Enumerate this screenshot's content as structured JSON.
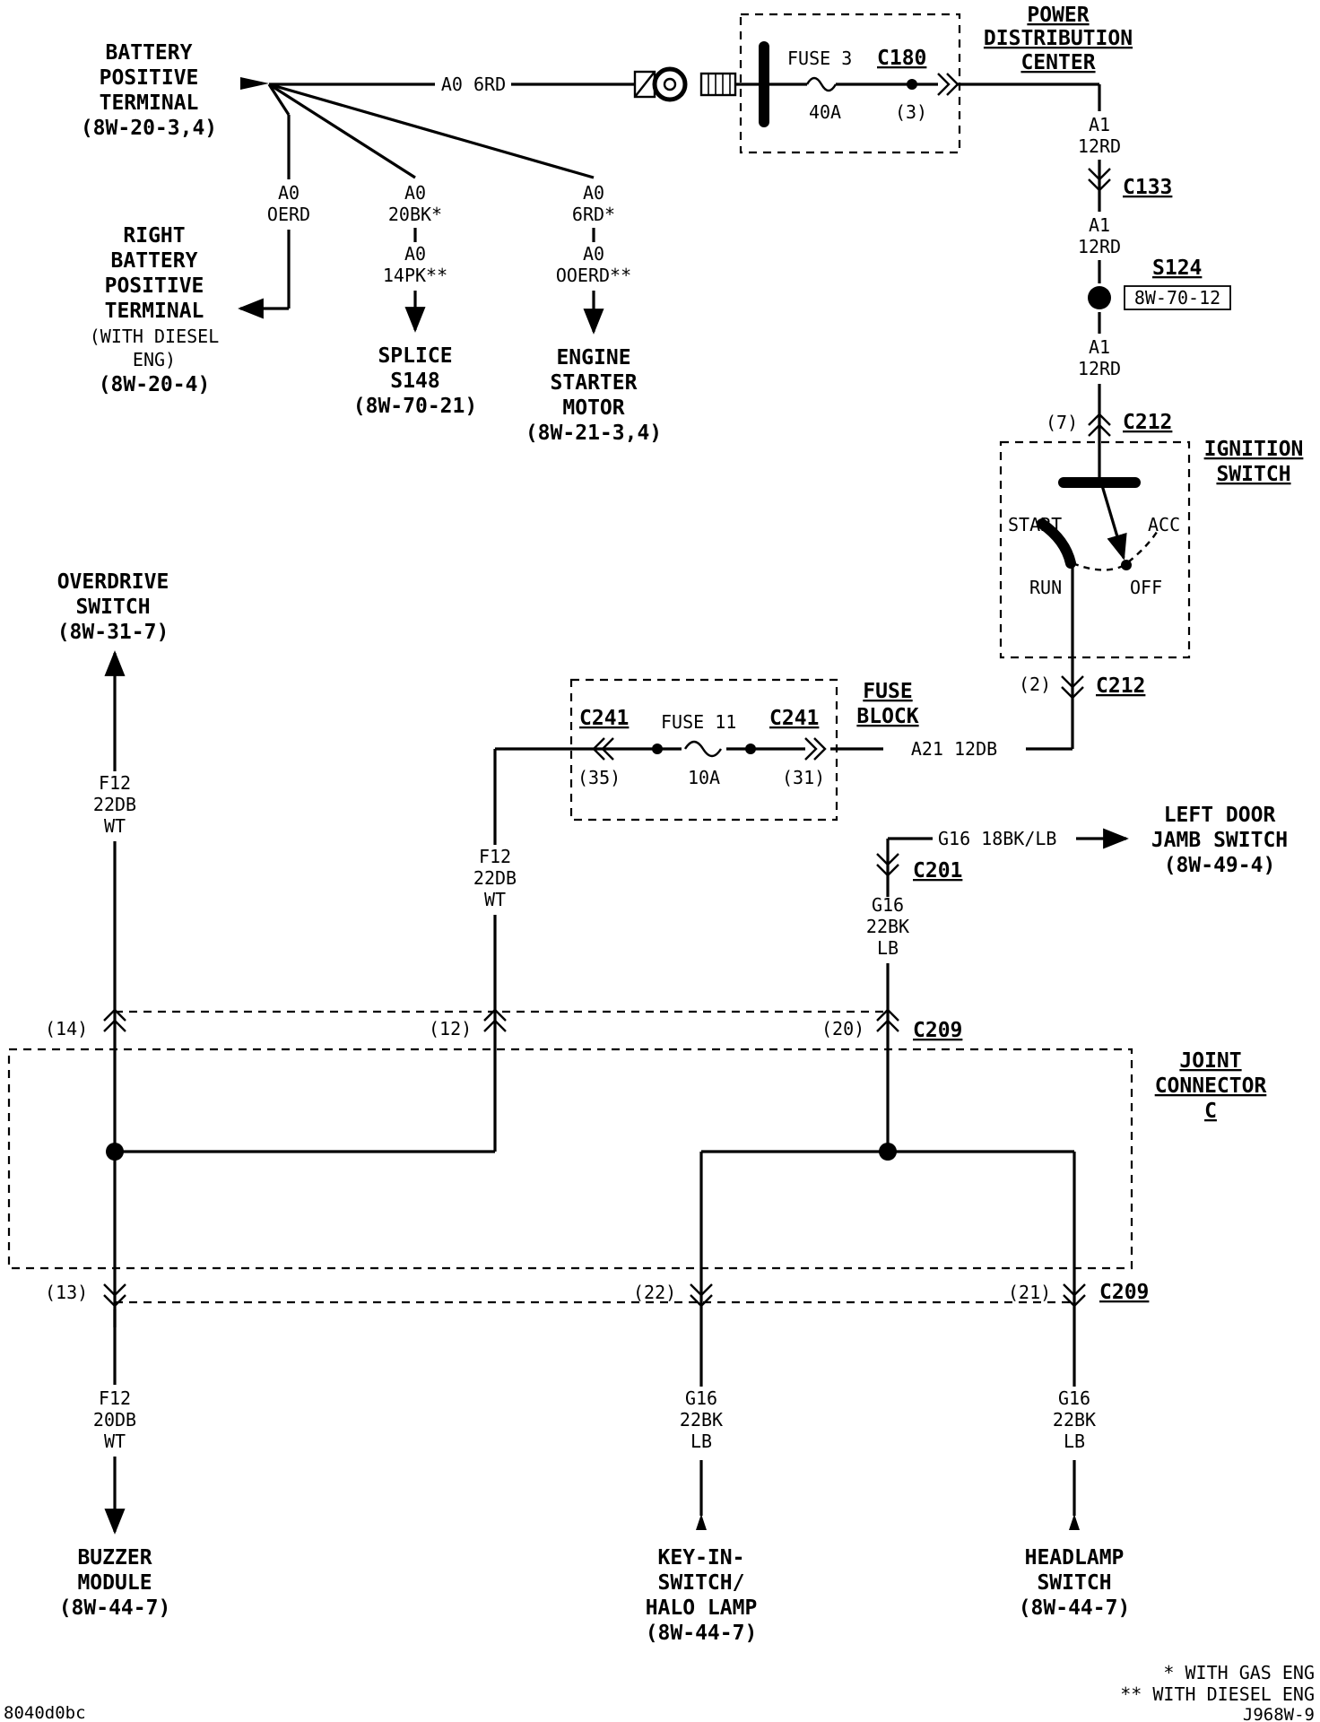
{
  "components": {
    "battery_positive": {
      "lines": [
        "BATTERY",
        "POSITIVE",
        "TERMINAL"
      ],
      "ref": "(8W-20-3,4)"
    },
    "right_battery_positive": {
      "lines": [
        "RIGHT",
        "BATTERY",
        "POSITIVE",
        "TERMINAL"
      ],
      "note": [
        "(WITH DIESEL",
        "ENG)"
      ],
      "ref": "(8W-20-4)"
    },
    "splice_s148": {
      "lines": [
        "SPLICE",
        "S148"
      ],
      "ref": "(8W-70-21)"
    },
    "engine_starter": {
      "lines": [
        "ENGINE",
        "STARTER",
        "MOTOR"
      ],
      "ref": "(8W-21-3,4)"
    },
    "power_distribution_center": {
      "lines": [
        "POWER",
        "DISTRIBUTION",
        "CENTER"
      ]
    },
    "ignition_switch": {
      "lines": [
        "IGNITION",
        "SWITCH"
      ],
      "positions": {
        "start": "START",
        "acc": "ACC",
        "run": "RUN",
        "off": "OFF"
      }
    },
    "fuse_block": {
      "lines": [
        "FUSE",
        "BLOCK"
      ]
    },
    "overdrive_switch": {
      "lines": [
        "OVERDRIVE",
        "SWITCH"
      ],
      "ref": "(8W-31-7)"
    },
    "left_door_jamb": {
      "lines": [
        "LEFT DOOR",
        "JAMB SWITCH"
      ],
      "ref": "(8W-49-4)"
    },
    "joint_connector": {
      "lines": [
        "JOINT",
        "CONNECTOR",
        "C"
      ]
    },
    "buzzer_module": {
      "lines": [
        "BUZZER",
        "MODULE"
      ],
      "ref": "(8W-44-7)"
    },
    "key_in_switch": {
      "lines": [
        "KEY-IN-",
        "SWITCH/",
        "HALO LAMP"
      ],
      "ref": "(8W-44-7)"
    },
    "headlamp_switch": {
      "lines": [
        "HEADLAMP",
        "SWITCH"
      ],
      "ref": "(8W-44-7)"
    }
  },
  "fuses": {
    "fuse3": {
      "name": "FUSE 3",
      "rating": "40A",
      "connector": "C180",
      "pin": "(3)"
    },
    "fuse11": {
      "name": "FUSE 11",
      "rating": "10A",
      "connector_left": "C241",
      "connector_right": "C241",
      "pin_left": "(35)",
      "pin_right": "(31)"
    }
  },
  "connectors": {
    "c133": "C133",
    "c212_top": "C212",
    "c212_top_pin": "(7)",
    "c212_bottom": "C212",
    "c212_bottom_pin": "(2)",
    "c201": "C201",
    "c209_top": "C209",
    "c209_bottom": "C209",
    "pin14": "(14)",
    "pin12": "(12)",
    "pin20": "(20)",
    "pin13": "(13)",
    "pin22": "(22)",
    "pin21": "(21)"
  },
  "splices": {
    "s124": "S124",
    "s124_ref": "8W-70-12"
  },
  "wires": {
    "a0_6rd": "A0 6RD",
    "a0_oerd": [
      "A0",
      "OERD"
    ],
    "a0_20bk": [
      "A0",
      "20BK*"
    ],
    "a0_14pk": [
      "A0",
      "14PK**"
    ],
    "a0_6rd_star": [
      "A0",
      "6RD*"
    ],
    "a0_ooerd": [
      "A0",
      "OOERD**"
    ],
    "a1_12rd_1": [
      "A1",
      "12RD"
    ],
    "a1_12rd_2": [
      "A1",
      "12RD"
    ],
    "a1_12rd_3": [
      "A1",
      "12RD"
    ],
    "a21_12db": "A21 12DB",
    "f12_left": [
      "F12",
      "22DB",
      "WT"
    ],
    "f12_mid": [
      "F12",
      "22DB",
      "WT"
    ],
    "g16_18bk": "G16 18BK/LB",
    "g16_c201": [
      "G16",
      "22BK",
      "LB"
    ],
    "f12_buzzer": [
      "F12",
      "20DB",
      "WT"
    ],
    "g16_key": [
      "G16",
      "22BK",
      "LB"
    ],
    "g16_head": [
      "G16",
      "22BK",
      "LB"
    ]
  },
  "footnotes": {
    "gas": "* WITH GAS ENG",
    "diesel": "** WITH DIESEL ENG"
  },
  "codes": {
    "left": "8040d0bc",
    "right": "J968W-9"
  }
}
